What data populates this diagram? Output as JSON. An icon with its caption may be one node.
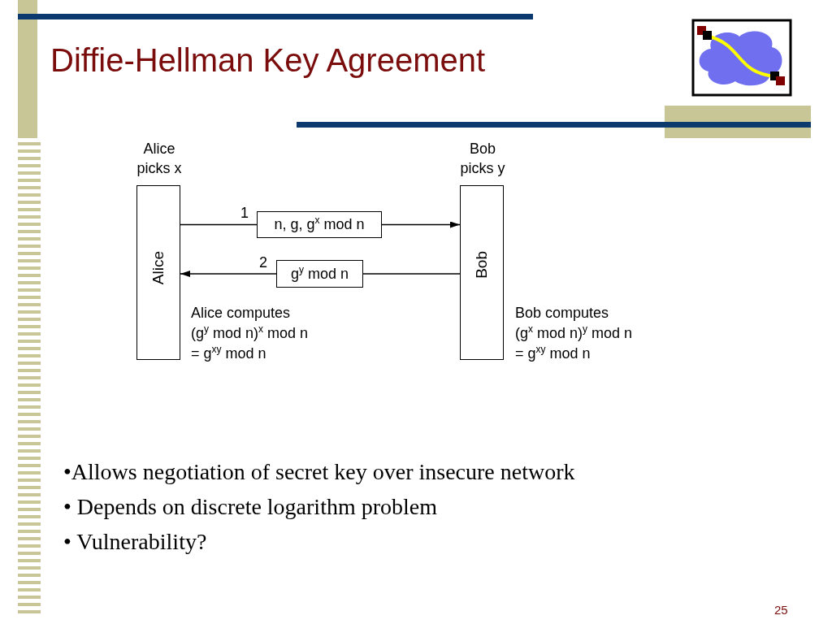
{
  "diagram": {
    "title": "Diffie-Hellman Key Agreement",
    "nodes": [
      {
        "text": [
          "Alice picks x",
          "Alice"
        ],
        "beside": [
          "Alice computes",
          "(g$^{y}$ mod n)$^{x}$  mod n",
          "= g$^{xy}$ mod n"
        ]
      },
      {
        "text": [
          "Bob picks y",
          "Bob"
        ],
        "beside": [
          "Bob computes",
          "(g$^{x}$ mod n)$^{y}$  mod n",
          "= g$^{xy}$ mod n"
        ]
      },
      {
        "text": [
          "n, g, g$^{x}$ mod n"
        ],
        "beside": [
          "1"
        ]
      },
      {
        "text": [
          "g$^{y}$ mod n"
        ],
        "beside": [
          "2"
        ]
      }
    ],
    "edges": [
      {
        "from": 0,
        "to": 2,
        "arrow": "none"
      },
      {
        "from": 2,
        "to": 1,
        "arrow": "to"
      },
      {
        "from": 1,
        "to": 3,
        "arrow": "none"
      },
      {
        "from": 3,
        "to": 0,
        "arrow": "to"
      }
    ],
    "labels": [
      "•Allows negotiation of secret key over insecure network",
      "• Depends on discrete logarithm problem",
      "• Vulnerability?",
      "25"
    ]
  }
}
